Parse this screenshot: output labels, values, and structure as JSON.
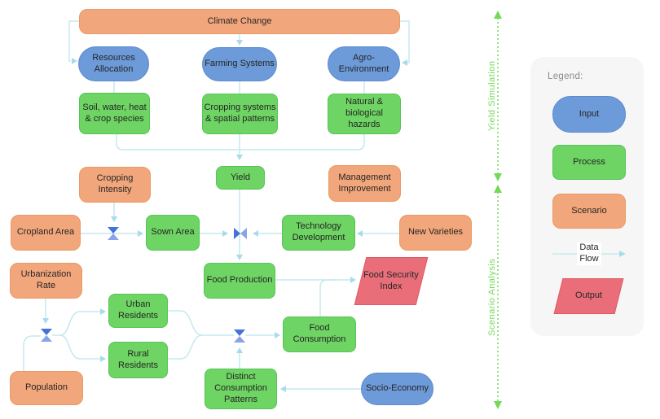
{
  "colors": {
    "canvas-bg": "#ffffff",
    "input-blue": "#6d9ad8",
    "input-blue-border": "#5d8bcd",
    "process-green": "#6ed463",
    "process-green-border": "#55c558",
    "scenario-orange": "#f2a67b",
    "scenario-orange-border": "#e99a66",
    "output-red": "#ea6e79",
    "output-red-border": "#e05a66",
    "flow-line": "#c5e8ef",
    "flow-arrow": "#a8dcea",
    "valve-dark": "#4273d6",
    "valve-light": "#8aa2e8",
    "phase-green": "#74d957",
    "text-dark": "#262626",
    "legend-bg": "#f6f6f7",
    "legend-title-gray": "#8a8a8a"
  },
  "nodes": {
    "climate_change": {
      "label": "Climate Change",
      "type": "scenario"
    },
    "resources_allocation": {
      "label": "Resources\nAllocation",
      "type": "input"
    },
    "farming_systems": {
      "label": "Farming Systems",
      "type": "input"
    },
    "agro_environment": {
      "label": "Agro-\nEnvironment",
      "type": "input"
    },
    "soil_water_heat": {
      "label": "Soil, water, heat\n& crop species",
      "type": "process"
    },
    "cropping_systems": {
      "label": "Cropping systems\n& spatial patterns",
      "type": "process"
    },
    "natural_hazards": {
      "label": "Natural &\nbiological hazards",
      "type": "process"
    },
    "cropping_intensity": {
      "label": "Cropping\nIntensity",
      "type": "scenario"
    },
    "yield": {
      "label": "Yield",
      "type": "process"
    },
    "management_improvement": {
      "label": "Management\nImprovement",
      "type": "scenario"
    },
    "cropland_area": {
      "label": "Cropland Area",
      "type": "scenario"
    },
    "sown_area": {
      "label": "Sown Area",
      "type": "process"
    },
    "technology_development": {
      "label": "Technology\nDevelopment",
      "type": "process"
    },
    "new_varieties": {
      "label": "New Varieties",
      "type": "scenario"
    },
    "urbanization_rate": {
      "label": "Urbanization Rate",
      "type": "scenario"
    },
    "food_production": {
      "label": "Food Production",
      "type": "process"
    },
    "food_security_index": {
      "label": "Food Security\nIndex",
      "type": "output"
    },
    "urban_residents": {
      "label": "Urban\nResidents",
      "type": "process"
    },
    "rural_residents": {
      "label": "Rural\nResidents",
      "type": "process"
    },
    "food_consumption": {
      "label": "Food\nConsumption",
      "type": "process"
    },
    "population": {
      "label": "Population",
      "type": "scenario"
    },
    "distinct_consumption_patterns": {
      "label": "Distinct\nConsumption\nPatterns",
      "type": "process"
    },
    "socio_economy": {
      "label": "Socio-Economy",
      "type": "input"
    }
  },
  "legend": {
    "title": "Legend:",
    "input": "Input",
    "process": "Process",
    "scenario": "Scenario",
    "data_flow": "Data\nFlow",
    "output": "Output"
  },
  "phases": {
    "yield_simulation": "Yield Simulation",
    "scenario_analysis": "Scenario Analysis"
  }
}
